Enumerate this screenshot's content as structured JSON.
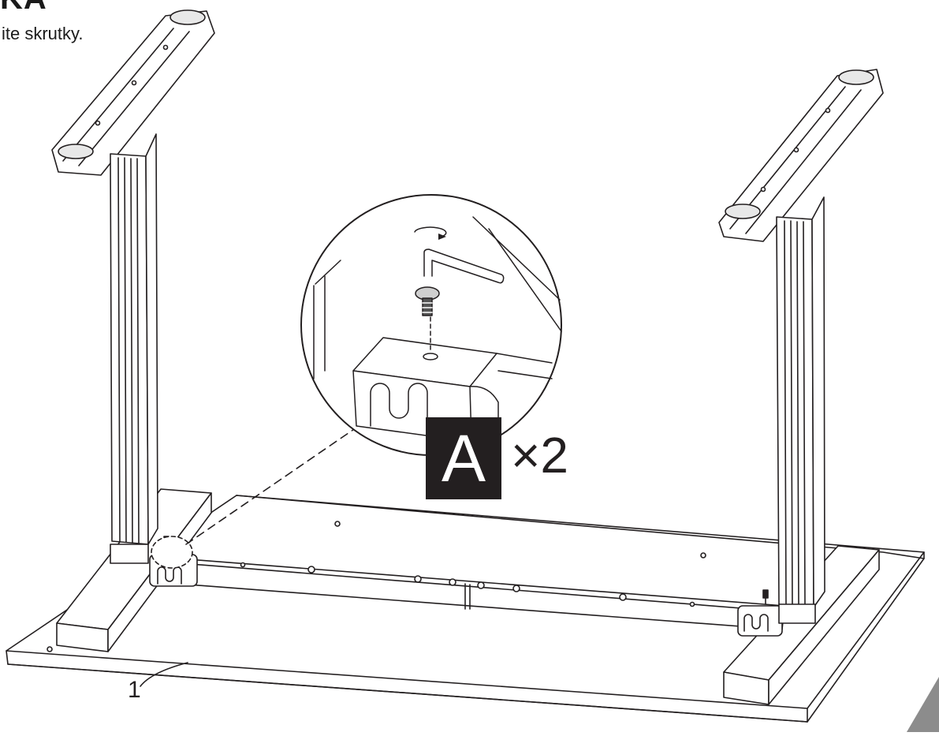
{
  "header": {
    "heading_fragment": "KA",
    "instruction": "ite skrutky."
  },
  "detail": {
    "part_letter": "A",
    "quantity": "×2"
  },
  "callout": {
    "number": "1"
  },
  "colors": {
    "ink": "#231f20",
    "paper": "#ffffff",
    "corner_tab": "#8c8c8c"
  }
}
